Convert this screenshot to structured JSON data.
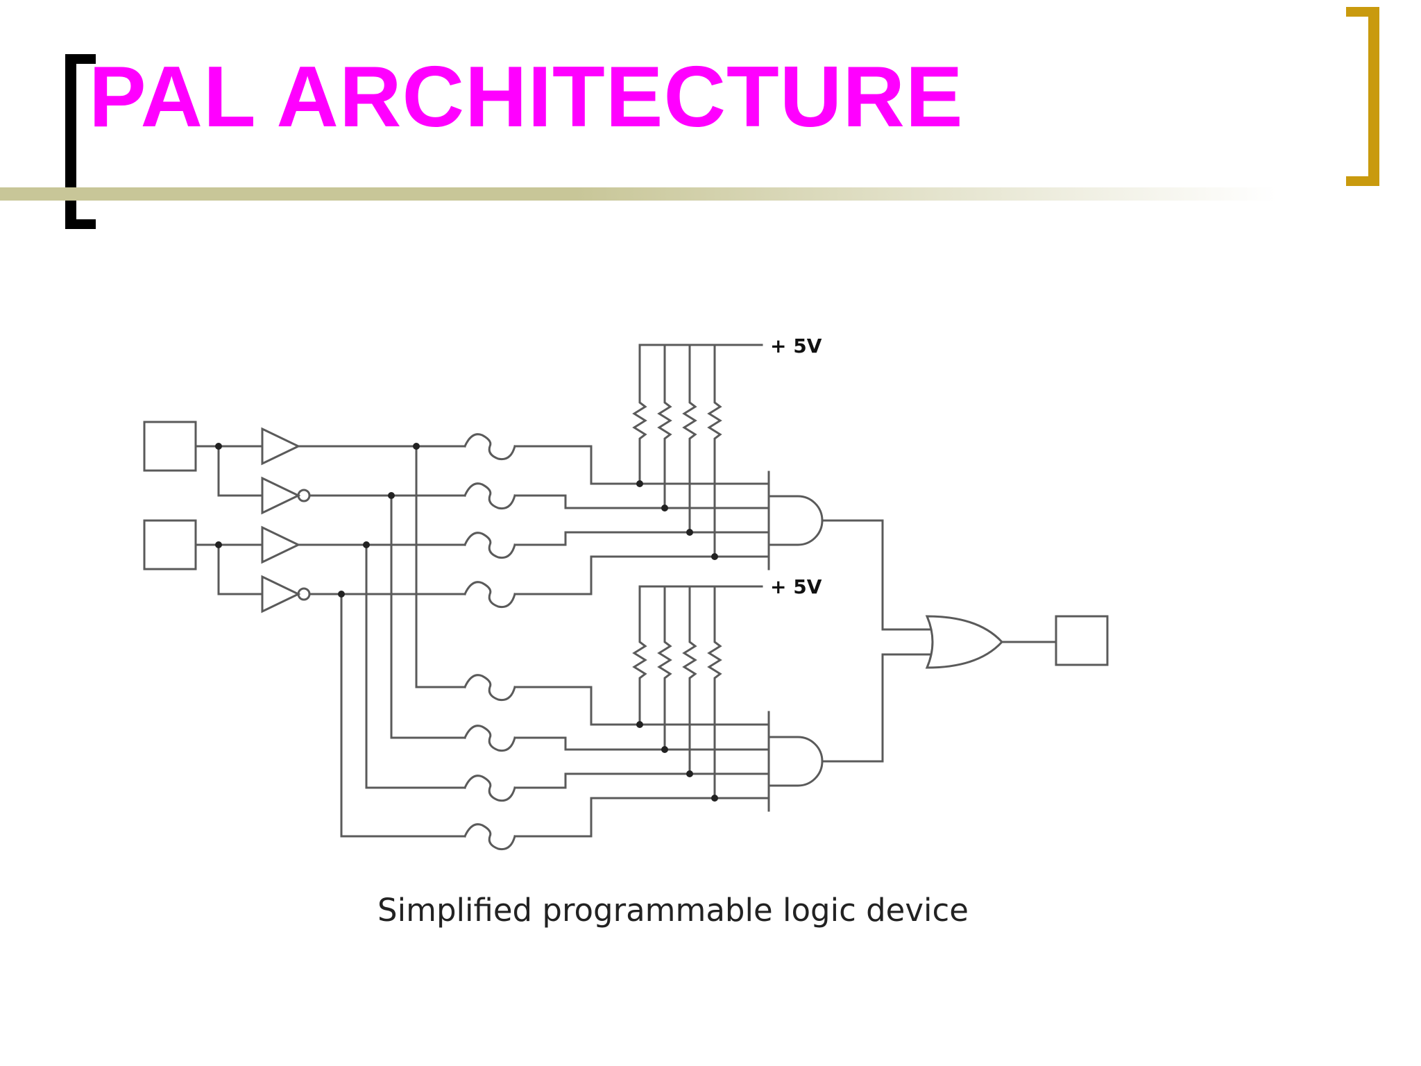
{
  "slide": {
    "title": "PAL ARCHITECTURE",
    "caption": "Simplified programmable logic device"
  },
  "diagram": {
    "supply_label_top": "+ 5V",
    "supply_label_bottom": "+ 5V"
  },
  "colors": {
    "title": "#ff00ff",
    "left_bracket": "#000000",
    "right_bracket": "#c99a0e",
    "underline": "#c8c698",
    "wire": "#5a5a5a"
  }
}
